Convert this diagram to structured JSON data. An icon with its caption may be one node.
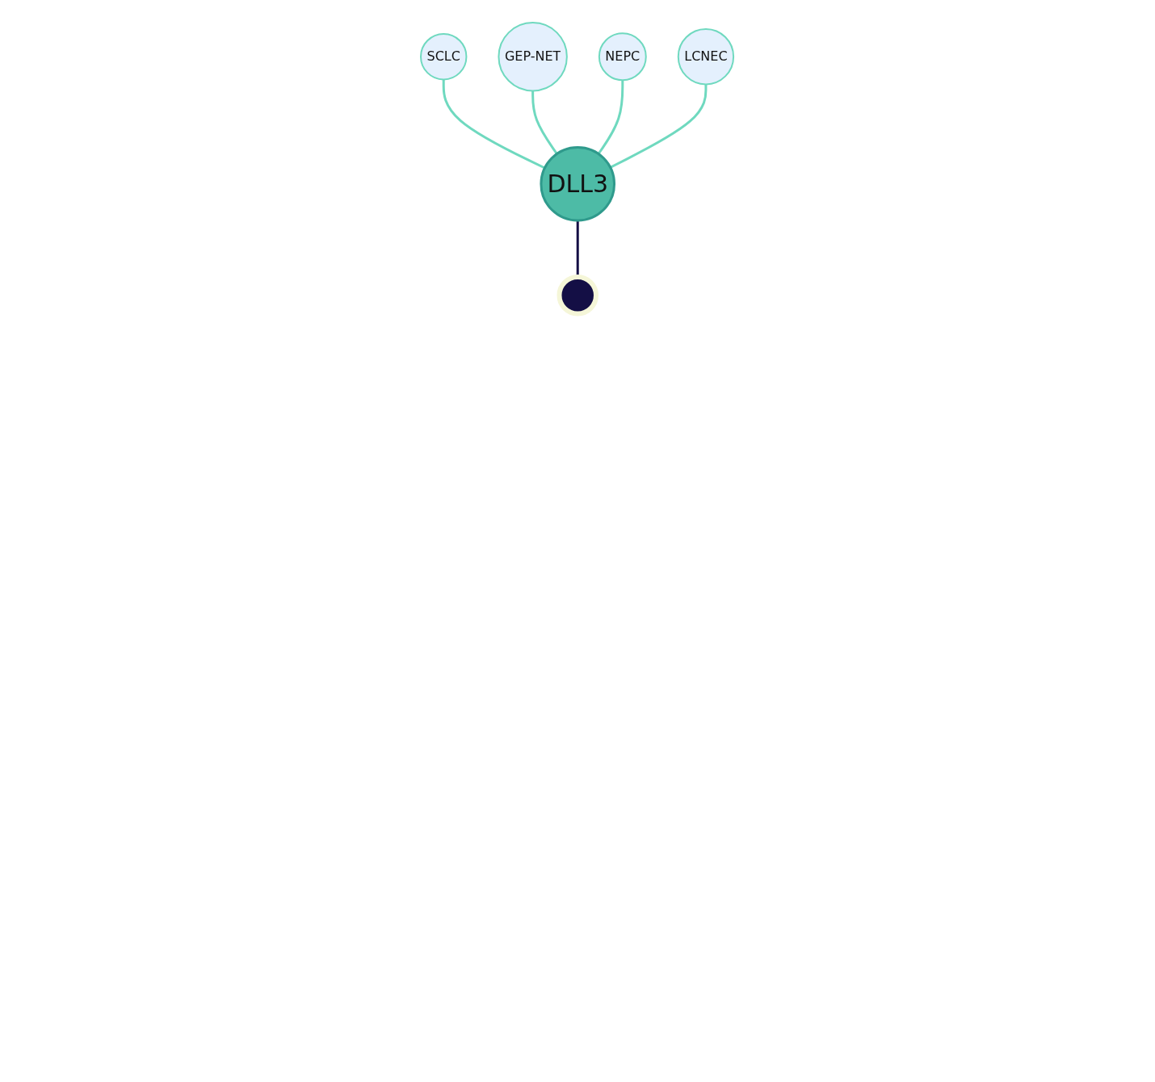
{
  "diagram": {
    "nodes": [
      {
        "text": [
          "SCLC"
        ]
      },
      {
        "text": [
          "GEP-NET"
        ]
      },
      {
        "text": [
          "NEPC"
        ]
      },
      {
        "text": [
          "LCNEC"
        ]
      },
      {
        "text": [
          "DLL3"
        ]
      },
      {
        "text": [],
        "shape": "circle"
      }
    ],
    "edges": [
      {
        "from": 0,
        "to": 4,
        "arrow": "none"
      },
      {
        "from": 1,
        "to": 4,
        "arrow": "none"
      },
      {
        "from": 2,
        "to": 4,
        "arrow": "none"
      },
      {
        "from": 3,
        "to": 4,
        "arrow": "none"
      },
      {
        "from": 4,
        "to": 5,
        "arrow": "none",
        "color": "#140f45"
      }
    ]
  }
}
